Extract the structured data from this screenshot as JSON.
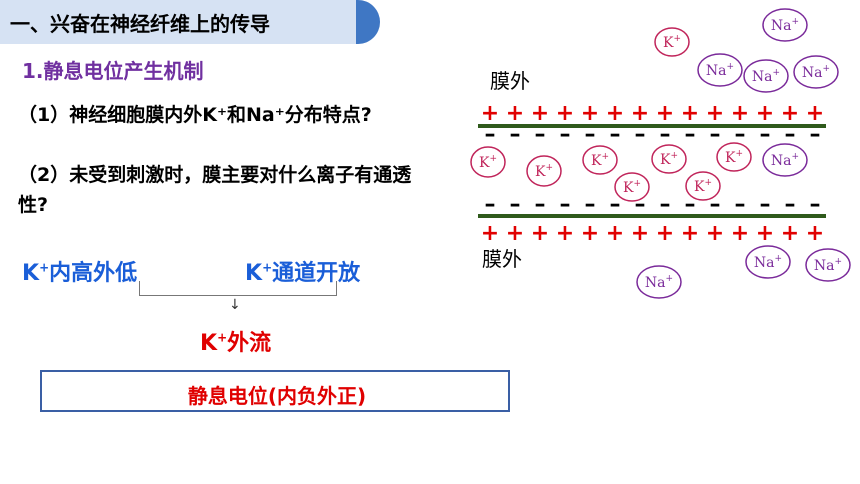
{
  "banner": {
    "title": "一、兴奋在神经纤维上的传导"
  },
  "subheading": "1.静息电位产生机制",
  "questions": {
    "q1": "（1）神经细胞膜内外K⁺和Na⁺分布特点?",
    "q2": "（2）未受到刺激时，膜主要对什么离子有通透性?"
  },
  "concepts": {
    "k_dist_main": "K",
    "k_dist_sup": "+",
    "k_dist_rest": "内高外低",
    "k_channel_main": "K",
    "k_channel_sup": "+",
    "k_channel_rest": "通道开放",
    "arrow": "↓",
    "outflow_main": "K",
    "outflow_sup": "+",
    "outflow_rest": "外流"
  },
  "result": "静息电位(内负外正)",
  "membrane": {
    "outside_top_label": "膜外",
    "outside_bottom_label": "膜外",
    "plus_sign": "+",
    "minus_sign": "–",
    "ion_k": "K",
    "ion_na": "Na",
    "ion_charge": "+"
  },
  "colors": {
    "banner_bg": "#d6e2f3",
    "banner_accent": "#3f77c4",
    "subheading": "#7030a0",
    "concept_blue": "#1a5ed8",
    "red": "#e00000",
    "membrane_green": "#2f5a1c",
    "k_ion": "#c0245a",
    "na_ion": "#7a2a9a",
    "box_border": "#3a5fa5"
  }
}
